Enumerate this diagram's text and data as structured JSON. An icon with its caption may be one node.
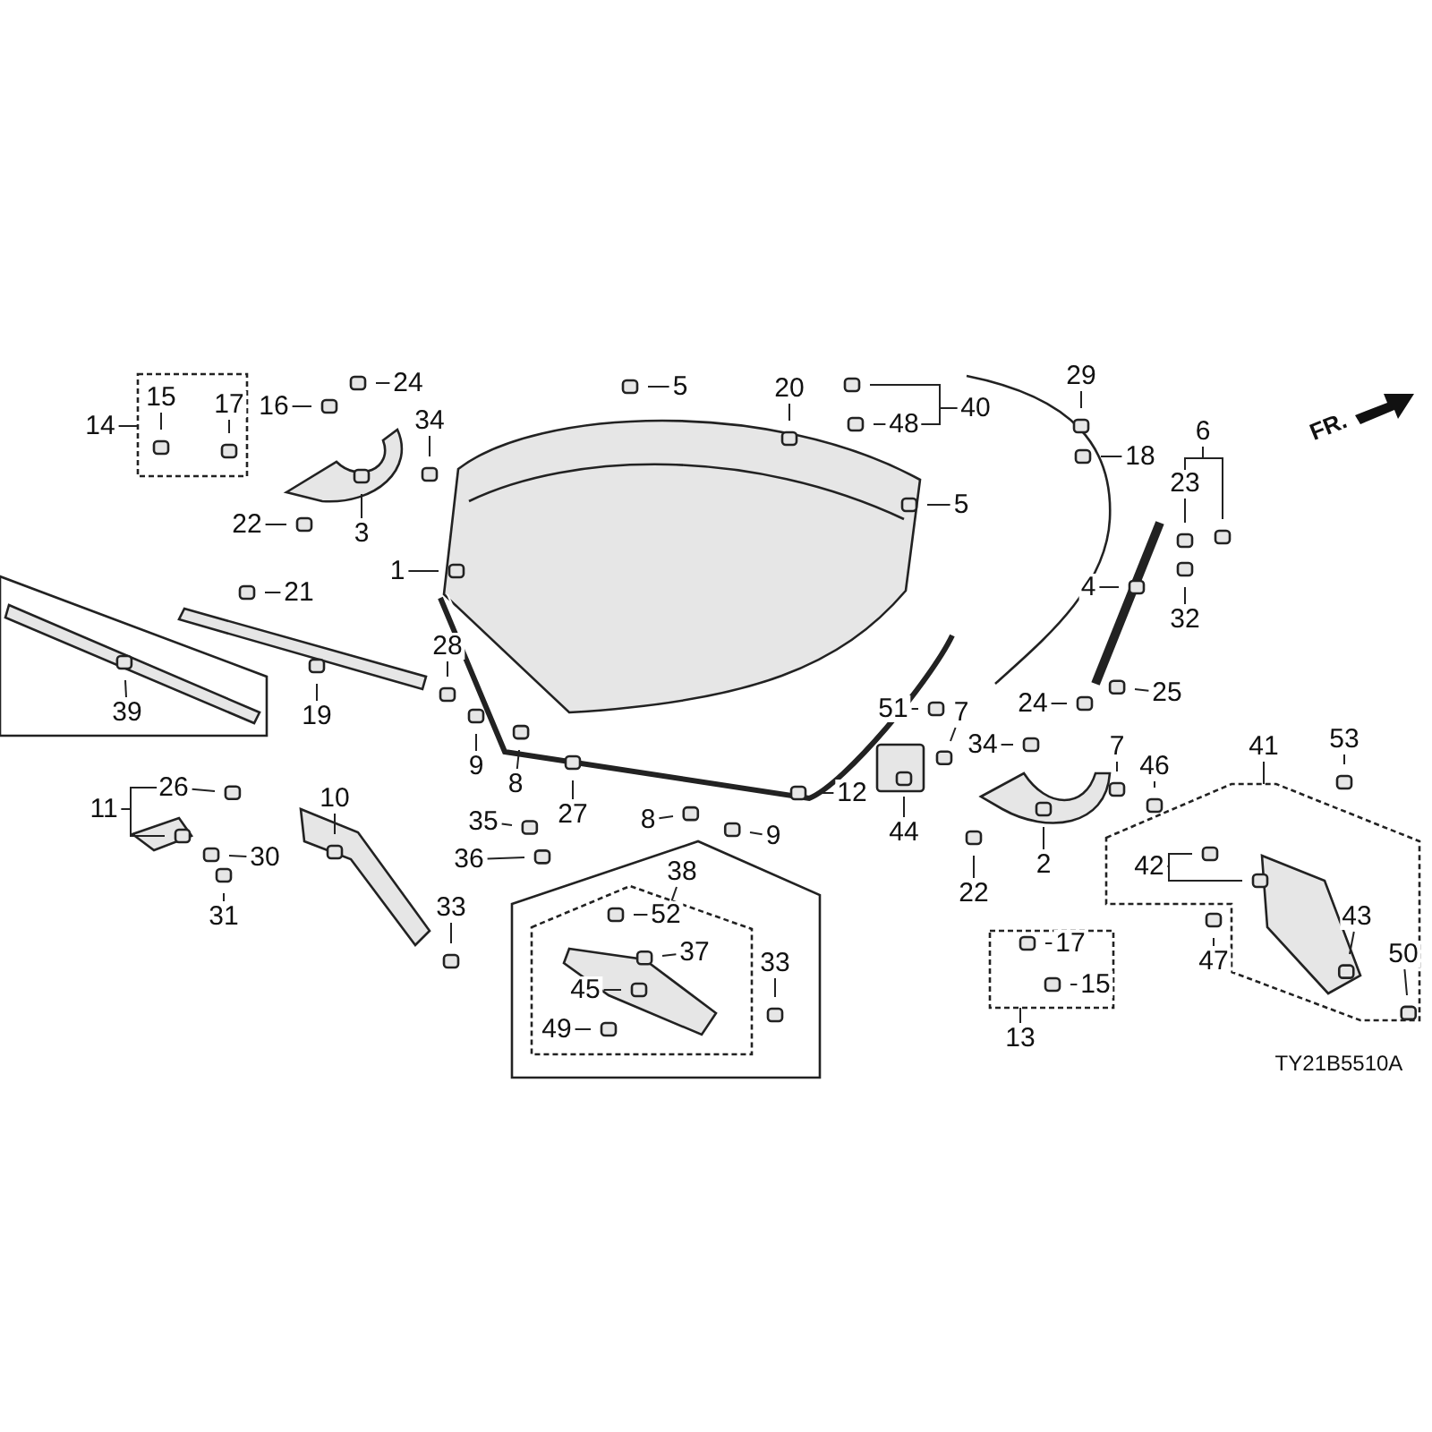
{
  "diagram": {
    "nodes": [
      {
        "text": [],
        "shape": "box"
      },
      {
        "text": [
          "14"
        ]
      },
      {
        "text": [
          "15"
        ],
        "in": 0
      },
      {
        "text": [
          "17"
        ],
        "in": 0
      },
      {
        "text": [
          "16"
        ]
      },
      {
        "text": [
          "24"
        ]
      },
      {
        "text": [
          "34"
        ]
      },
      {
        "text": [
          "3"
        ]
      },
      {
        "text": [
          "22"
        ]
      },
      {
        "text": [
          "5"
        ]
      },
      {
        "text": [
          "20"
        ]
      },
      {
        "text": [
          "40"
        ]
      },
      {
        "text": [
          "48"
        ]
      },
      {
        "text": [
          "29"
        ]
      },
      {
        "text": [
          "6"
        ]
      },
      {
        "text": [
          "18"
        ]
      },
      {
        "text": [
          "23"
        ]
      },
      {
        "text": [
          "1"
        ]
      },
      {
        "text": [
          "21"
        ]
      },
      {
        "text": [
          "5"
        ]
      },
      {
        "text": [
          "4"
        ]
      },
      {
        "text": [
          "32"
        ]
      },
      {
        "text": [],
        "shape": "box"
      },
      {
        "text": [
          "39"
        ],
        "in": 22
      },
      {
        "text": [
          "19"
        ]
      },
      {
        "text": [
          "28"
        ]
      },
      {
        "text": [
          "9"
        ]
      },
      {
        "text": [
          "8"
        ]
      },
      {
        "text": [
          "25"
        ]
      },
      {
        "text": [
          "51"
        ]
      },
      {
        "text": [
          "7"
        ]
      },
      {
        "text": [
          "24"
        ]
      },
      {
        "text": [
          "34"
        ]
      },
      {
        "text": [
          "7"
        ]
      },
      {
        "text": [
          "46"
        ]
      },
      {
        "text": [
          "41"
        ]
      },
      {
        "text": [
          "53"
        ]
      },
      {
        "text": [
          "26"
        ]
      },
      {
        "text": [
          "11"
        ]
      },
      {
        "text": [
          "10"
        ]
      },
      {
        "text": [
          "35"
        ]
      },
      {
        "text": [
          "27"
        ]
      },
      {
        "text": [
          "12"
        ]
      },
      {
        "text": [
          "44"
        ]
      },
      {
        "text": [
          "30"
        ]
      },
      {
        "text": [
          "36"
        ]
      },
      {
        "text": [
          "8"
        ]
      },
      {
        "text": [
          "9"
        ]
      },
      {
        "text": [
          "2"
        ]
      },
      {
        "text": [],
        "shape": "box"
      },
      {
        "text": [
          "42"
        ],
        "in": 49
      },
      {
        "text": [
          "47"
        ]
      },
      {
        "text": [
          "43"
        ],
        "in": 49
      },
      {
        "text": [
          "50"
        ],
        "in": 49
      },
      {
        "text": [
          "22"
        ]
      },
      {
        "text": [
          "31"
        ]
      },
      {
        "text": [
          "33"
        ]
      },
      {
        "text": [],
        "shape": "box"
      },
      {
        "text": [
          "38"
        ],
        "in": 57
      },
      {
        "text": [],
        "shape": "box",
        "in": 57
      },
      {
        "text": [
          "52"
        ],
        "in": 59
      },
      {
        "text": [
          "37"
        ],
        "in": 59
      },
      {
        "text": [
          "45"
        ],
        "in": 59
      },
      {
        "text": [
          "49"
        ],
        "in": 59
      },
      {
        "text": [
          "33"
        ],
        "in": 57
      },
      {
        "text": [],
        "shape": "box"
      },
      {
        "text": [
          "17"
        ],
        "in": 65
      },
      {
        "text": [
          "15"
        ],
        "in": 65
      },
      {
        "text": [
          "13"
        ]
      }
    ],
    "edges": [
      {
        "from": 1,
        "to": 0,
        "arrow": "none"
      },
      {
        "from": 2,
        "to": null,
        "arrow": "none"
      },
      {
        "from": 3,
        "to": null,
        "arrow": "none"
      },
      {
        "from": 4,
        "to": null,
        "arrow": "none"
      },
      {
        "from": 5,
        "to": null,
        "arrow": "none"
      },
      {
        "from": 6,
        "to": null,
        "arrow": "none"
      },
      {
        "from": 7,
        "to": null,
        "arrow": "none"
      },
      {
        "from": 8,
        "to": null,
        "arrow": "none"
      },
      {
        "from": 9,
        "to": null,
        "arrow": "none"
      },
      {
        "from": 10,
        "to": null,
        "arrow": "none"
      },
      {
        "from": 11,
        "to": null,
        "arrow": "none"
      },
      {
        "from": 11,
        "to": 12,
        "arrow": "none"
      },
      {
        "from": 12,
        "to": null,
        "arrow": "none"
      },
      {
        "from": 13,
        "to": null,
        "arrow": "none"
      },
      {
        "from": 14,
        "to": 16,
        "arrow": "none"
      },
      {
        "from": 14,
        "to": null,
        "arrow": "none"
      },
      {
        "from": 15,
        "to": null,
        "arrow": "none"
      },
      {
        "from": 16,
        "to": null,
        "arrow": "none"
      },
      {
        "from": 17,
        "to": null,
        "arrow": "none"
      },
      {
        "from": 18,
        "to": null,
        "arrow": "none"
      },
      {
        "from": 19,
        "to": null,
        "arrow": "none"
      },
      {
        "from": 20,
        "to": null,
        "arrow": "none"
      },
      {
        "from": 21,
        "to": null,
        "arrow": "none"
      },
      {
        "from": 23,
        "to": null,
        "arrow": "none"
      },
      {
        "from": 24,
        "to": null,
        "arrow": "none"
      },
      {
        "from": 25,
        "to": null,
        "arrow": "none"
      },
      {
        "from": 26,
        "to": null,
        "arrow": "none"
      },
      {
        "from": 27,
        "to": null,
        "arrow": "none"
      },
      {
        "from": 28,
        "to": null,
        "arrow": "none"
      },
      {
        "from": 29,
        "to": null,
        "arrow": "none"
      },
      {
        "from": 30,
        "to": null,
        "arrow": "none"
      },
      {
        "from": 31,
        "to": null,
        "arrow": "none"
      },
      {
        "from": 32,
        "to": null,
        "arrow": "none"
      },
      {
        "from": 33,
        "to": null,
        "arrow": "none"
      },
      {
        "from": 34,
        "to": null,
        "arrow": "none"
      },
      {
        "from": 35,
        "to": 49,
        "arrow": "none"
      },
      {
        "from": 36,
        "to": null,
        "arrow": "none"
      },
      {
        "from": 37,
        "to": null,
        "arrow": "none"
      },
      {
        "from": 38,
        "to": 37,
        "arrow": "none"
      },
      {
        "from": 38,
        "to": null,
        "arrow": "none"
      },
      {
        "from": 39,
        "to": null,
        "arrow": "none"
      },
      {
        "from": 40,
        "to": null,
        "arrow": "none"
      },
      {
        "from": 41,
        "to": null,
        "arrow": "none"
      },
      {
        "from": 42,
        "to": null,
        "arrow": "none"
      },
      {
        "from": 43,
        "to": null,
        "arrow": "none"
      },
      {
        "from": 44,
        "to": null,
        "arrow": "none"
      },
      {
        "from": 45,
        "to": null,
        "arrow": "none"
      },
      {
        "from": 46,
        "to": null,
        "arrow": "none"
      },
      {
        "from": 47,
        "to": null,
        "arrow": "none"
      },
      {
        "from": 48,
        "to": null,
        "arrow": "none"
      },
      {
        "from": 50,
        "to": null,
        "arrow": "none"
      },
      {
        "from": 50,
        "to": null,
        "arrow": "none"
      },
      {
        "from": 51,
        "to": null,
        "arrow": "none"
      },
      {
        "from": 52,
        "to": null,
        "arrow": "none"
      },
      {
        "from": 53,
        "to": null,
        "arrow": "none"
      },
      {
        "from": 54,
        "to": null,
        "arrow": "none"
      },
      {
        "from": 55,
        "to": null,
        "arrow": "none"
      },
      {
        "from": 56,
        "to": null,
        "arrow": "none"
      },
      {
        "from": 58,
        "to": 59,
        "arrow": "none"
      },
      {
        "from": 60,
        "to": null,
        "arrow": "none"
      },
      {
        "from": 61,
        "to": null,
        "arrow": "none"
      },
      {
        "from": 62,
        "to": null,
        "arrow": "none"
      },
      {
        "from": 63,
        "to": null,
        "arrow": "none"
      },
      {
        "from": 64,
        "to": null,
        "arrow": "none"
      },
      {
        "from": 66,
        "to": null,
        "arrow": "none"
      },
      {
        "from": 67,
        "to": null,
        "arrow": "none"
      },
      {
        "from": 68,
        "to": 65,
        "arrow": "none"
      }
    ],
    "labels": [
      "FR.",
      "TY21B5510A"
    ]
  }
}
